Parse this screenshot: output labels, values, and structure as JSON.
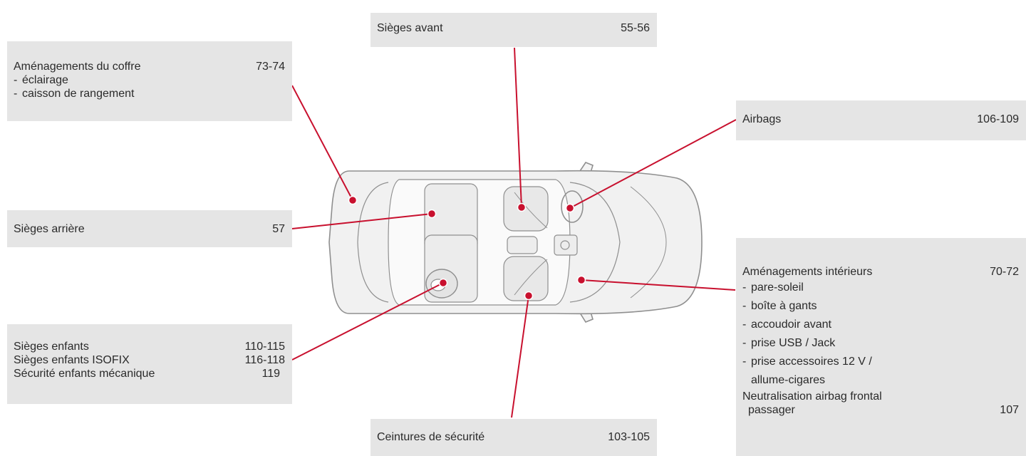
{
  "boxes": {
    "front_seats": {
      "label": "Sièges avant",
      "page": "55-56"
    },
    "boot": {
      "label": "Aménagements du coffre",
      "page": "73-74",
      "items": [
        "éclairage",
        "caisson de rangement"
      ]
    },
    "airbags": {
      "label": "Airbags",
      "page": "106-109"
    },
    "rear_seats": {
      "label": "Sièges arrière",
      "page": "57"
    },
    "interior": {
      "label": "Aménagements intérieurs",
      "page": "70-72",
      "items": [
        "pare-soleil",
        "boîte à gants",
        "accoudoir avant",
        "prise USB / Jack",
        "prise accessoires 12 V /"
      ],
      "continuation": "allume-cigares",
      "extra_line1": "Neutralisation airbag frontal",
      "extra_line2": "passager",
      "extra_page": "107"
    },
    "child_seats": {
      "rows": [
        {
          "label": "Sièges enfants",
          "page": "110-115"
        },
        {
          "label": "Sièges enfants ISOFIX",
          "page": "116-118"
        },
        {
          "label": "Sécurité enfants mécanique",
          "page": "119"
        }
      ]
    },
    "seatbelts": {
      "label": "Ceintures de sécurité",
      "page": "103-105"
    }
  },
  "colors": {
    "box": "#e5e5e5",
    "callout": "#c8102e",
    "car_outline": "#8f8f8f"
  }
}
